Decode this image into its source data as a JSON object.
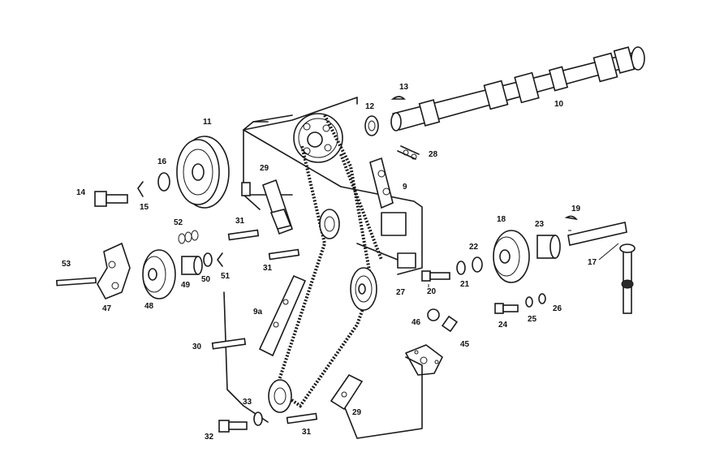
{
  "labels": {
    "p10": "10",
    "p11": "11",
    "p12": "12",
    "p13": "13",
    "p14": "14",
    "p15": "15",
    "p16": "16",
    "p17": "17",
    "p18": "18",
    "p19": "19",
    "p20": "20",
    "p21": "21",
    "p22": "22",
    "p23": "23",
    "p24": "24",
    "p25": "25",
    "p26": "26",
    "p27": "27",
    "p28": "28",
    "p29a": "29",
    "p29b": "29",
    "p30": "30",
    "p31a": "31",
    "p31b": "31",
    "p31c": "31",
    "p32": "32",
    "p33": "33",
    "p45": "45",
    "p46": "46",
    "p47": "47",
    "p48": "48",
    "p49": "49",
    "p50": "50",
    "p51": "51",
    "p52": "52",
    "p53": "53",
    "p9": "9",
    "p9a": "9a"
  }
}
